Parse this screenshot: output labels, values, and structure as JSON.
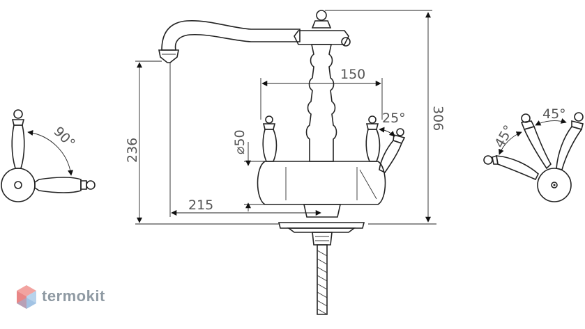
{
  "dimensions": {
    "total_height": "306",
    "spout_height": "236",
    "spout_reach": "215",
    "handle_spacing": "150",
    "body_diameter": "⌀50",
    "handle_tilt_angle": "25°",
    "left_side_angle": "90°",
    "right_side_angle_a": "45°",
    "right_side_angle_b": "45°"
  },
  "brand": {
    "name": "termokit",
    "colors": {
      "top": "#f2a3a0",
      "left": "#e98686",
      "right": "#b8d3ec",
      "bottom": "#8fb6df"
    }
  },
  "colors": {
    "line": "#222222",
    "dimension_text": "#555555",
    "logo_text": "#8f9aa3"
  }
}
